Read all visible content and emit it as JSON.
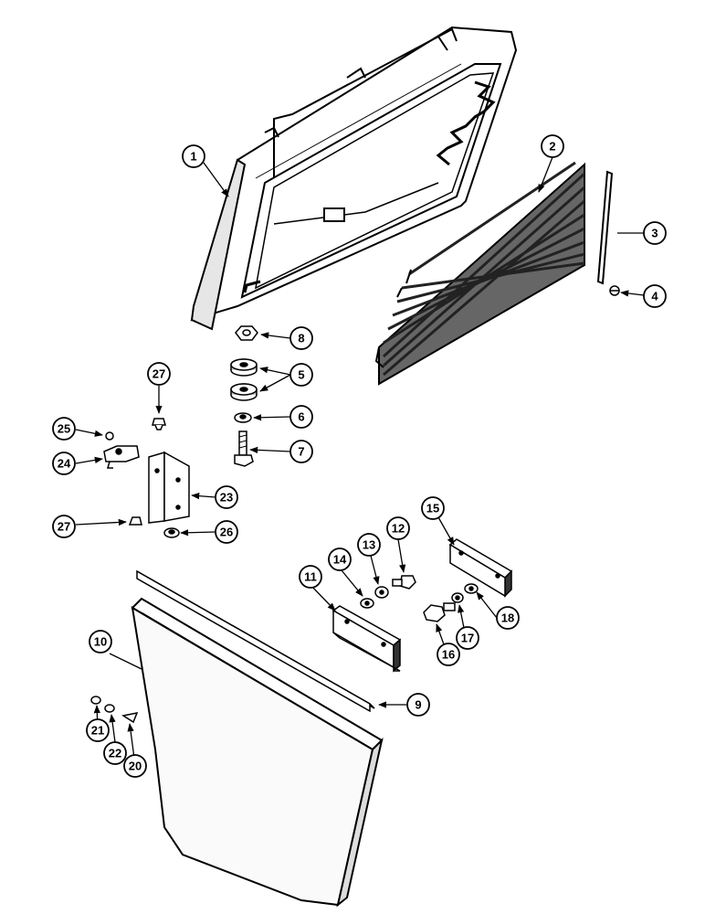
{
  "callouts": [
    {
      "id": "c1",
      "label": "1"
    },
    {
      "id": "c2",
      "label": "2"
    },
    {
      "id": "c3",
      "label": "3"
    },
    {
      "id": "c4",
      "label": "4"
    },
    {
      "id": "c8",
      "label": "8"
    },
    {
      "id": "c5",
      "label": "5"
    },
    {
      "id": "c6",
      "label": "6"
    },
    {
      "id": "c7",
      "label": "7"
    },
    {
      "id": "c27a",
      "label": "27"
    },
    {
      "id": "c25",
      "label": "25"
    },
    {
      "id": "c24",
      "label": "24"
    },
    {
      "id": "c23",
      "label": "23"
    },
    {
      "id": "c27b",
      "label": "27"
    },
    {
      "id": "c26",
      "label": "26"
    },
    {
      "id": "c15",
      "label": "15"
    },
    {
      "id": "c12",
      "label": "12"
    },
    {
      "id": "c13",
      "label": "13"
    },
    {
      "id": "c14",
      "label": "14"
    },
    {
      "id": "c11",
      "label": "11"
    },
    {
      "id": "c18",
      "label": "18"
    },
    {
      "id": "c17",
      "label": "17"
    },
    {
      "id": "c16",
      "label": "16"
    },
    {
      "id": "c10",
      "label": "10"
    },
    {
      "id": "c9",
      "label": "9"
    },
    {
      "id": "c21",
      "label": "21"
    },
    {
      "id": "c22",
      "label": "22"
    },
    {
      "id": "c20",
      "label": "20"
    }
  ]
}
